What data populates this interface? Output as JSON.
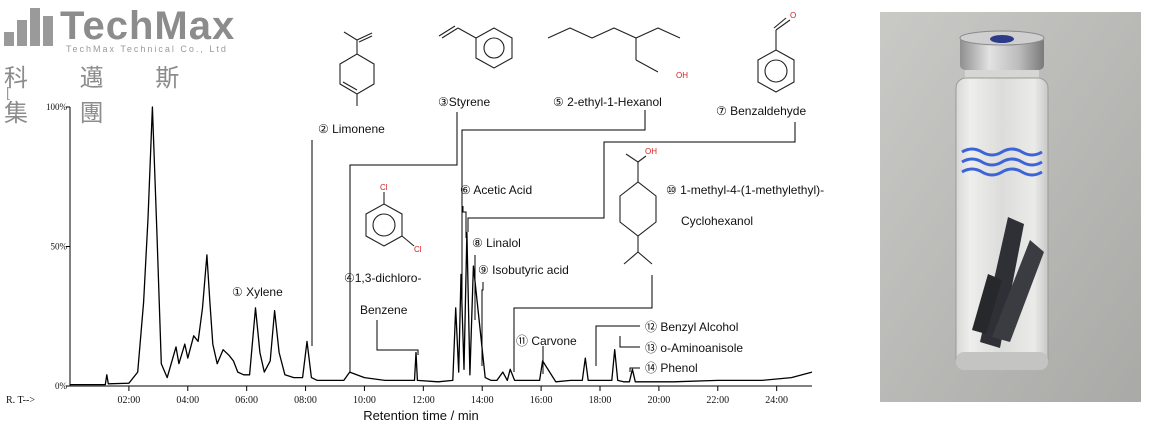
{
  "logo": {
    "name": "TechMax",
    "subtitle": "TechMax Technical Co., Ltd",
    "chinese": "科 邁 斯 集 團",
    "bracket": "["
  },
  "chart_data": {
    "type": "line",
    "xlabel": "Retention time / min",
    "ylabel": "",
    "axis_prefix": "R. T-->",
    "xlim": [
      0,
      25.2
    ],
    "ylim": [
      0,
      100
    ],
    "x_ticks": [
      "02:00",
      "04:00",
      "06:00",
      "08:00",
      "10:00",
      "12:00",
      "14:00",
      "16:00",
      "18:00",
      "20:00",
      "22:00",
      "24:00"
    ],
    "y_ticks": [
      "0%",
      "50%",
      "100%"
    ],
    "grid": false,
    "legend": "none",
    "series": [
      {
        "x": [
          0,
          1.2,
          1.25,
          1.3,
          2.0,
          2.3,
          2.5,
          2.65,
          2.8,
          2.95,
          3.1,
          3.3,
          3.6,
          3.7,
          3.9,
          4.0,
          4.2,
          4.35,
          4.5,
          4.65,
          4.75,
          4.85,
          5.0,
          5.2,
          5.4,
          5.55,
          5.7,
          5.9,
          6.1,
          6.3,
          6.45,
          6.6,
          6.8,
          6.95,
          7.1,
          7.3,
          7.6,
          7.9,
          8.05,
          8.2,
          8.4,
          8.8,
          9.3,
          9.5,
          10.0,
          10.7,
          11.4,
          11.7,
          11.75,
          11.8,
          12.5,
          13.0,
          13.1,
          13.2,
          13.28,
          13.38,
          13.48,
          13.58,
          13.7,
          14.1,
          14.3,
          14.5,
          14.7,
          14.85,
          14.95,
          15.1,
          15.5,
          15.95,
          16.05,
          16.5,
          17.0,
          17.4,
          17.5,
          17.6,
          18.0,
          18.4,
          18.5,
          18.6,
          18.8,
          19.0,
          19.1,
          19.2,
          19.6,
          20.5,
          22.0,
          23.5,
          24.5,
          25.2
        ],
        "y": [
          0.5,
          0.5,
          4,
          0.8,
          1,
          5,
          30,
          60,
          100,
          55,
          8,
          3,
          14,
          8,
          15,
          10,
          18,
          16,
          28,
          47,
          30,
          15,
          8,
          13,
          11,
          9,
          5,
          4,
          4,
          28,
          12,
          5,
          9,
          27,
          12,
          4,
          3,
          3,
          16,
          3,
          2,
          2,
          2,
          5,
          3,
          2,
          2,
          2,
          12,
          2,
          1.5,
          2,
          28,
          5,
          40,
          6,
          55,
          4,
          43,
          3,
          2,
          2,
          5,
          2,
          6,
          2,
          2,
          2,
          9,
          1.5,
          2,
          2,
          10,
          2,
          2,
          2,
          13,
          2,
          1.5,
          1.5,
          6,
          1.5,
          1.5,
          1.5,
          2,
          2,
          3,
          5
        ]
      }
    ],
    "annotations": [
      {
        "label": "① Xylene",
        "x": 7.0,
        "y": 28
      },
      {
        "label": "② Limonene",
        "x": 8.1,
        "y": 16
      },
      {
        "label": "③Styrene",
        "x": 13.25,
        "y": 41
      },
      {
        "label": "④1,3-dichloro-",
        "x": 11.8,
        "y": 12
      },
      {
        "label": "Benzene",
        "x": 11.8,
        "y": 12
      },
      {
        "label": "⑤ 2-ethyl-1-Hexanol",
        "x": 13.1,
        "y": 29
      },
      {
        "label": "⑥ Acetic Acid",
        "x": 13.28,
        "y": 42
      },
      {
        "label": "⑦ Benzaldehyde",
        "x": 13.5,
        "y": 56
      },
      {
        "label": "⑧ Linalol",
        "x": 13.6,
        "y": 43
      },
      {
        "label": "⑨ Isobutyric acid",
        "x": 14.25,
        "y": 3
      },
      {
        "label": "⑩ 1-methyl-4-(1-methylethyl)-",
        "x": 14.95,
        "y": 6
      },
      {
        "label": "Cyclohexanol",
        "x": 14.95,
        "y": 6
      },
      {
        "label": "⑪ Carvone",
        "x": 15.95,
        "y": 3
      },
      {
        "label": "⑫ Benzyl Alcohol",
        "x": 17.45,
        "y": 10
      },
      {
        "label": "⑬ o-Aminoanisole",
        "x": 18.5,
        "y": 13
      },
      {
        "label": "⑭ Phenol",
        "x": 19.1,
        "y": 6
      }
    ],
    "structure_labels": {
      "chloro_a": "Cl",
      "chloro_b": "Cl",
      "hydroxyl_a": "OH",
      "hydroxyl_b": "OH",
      "aldehyde_o": "O"
    }
  }
}
